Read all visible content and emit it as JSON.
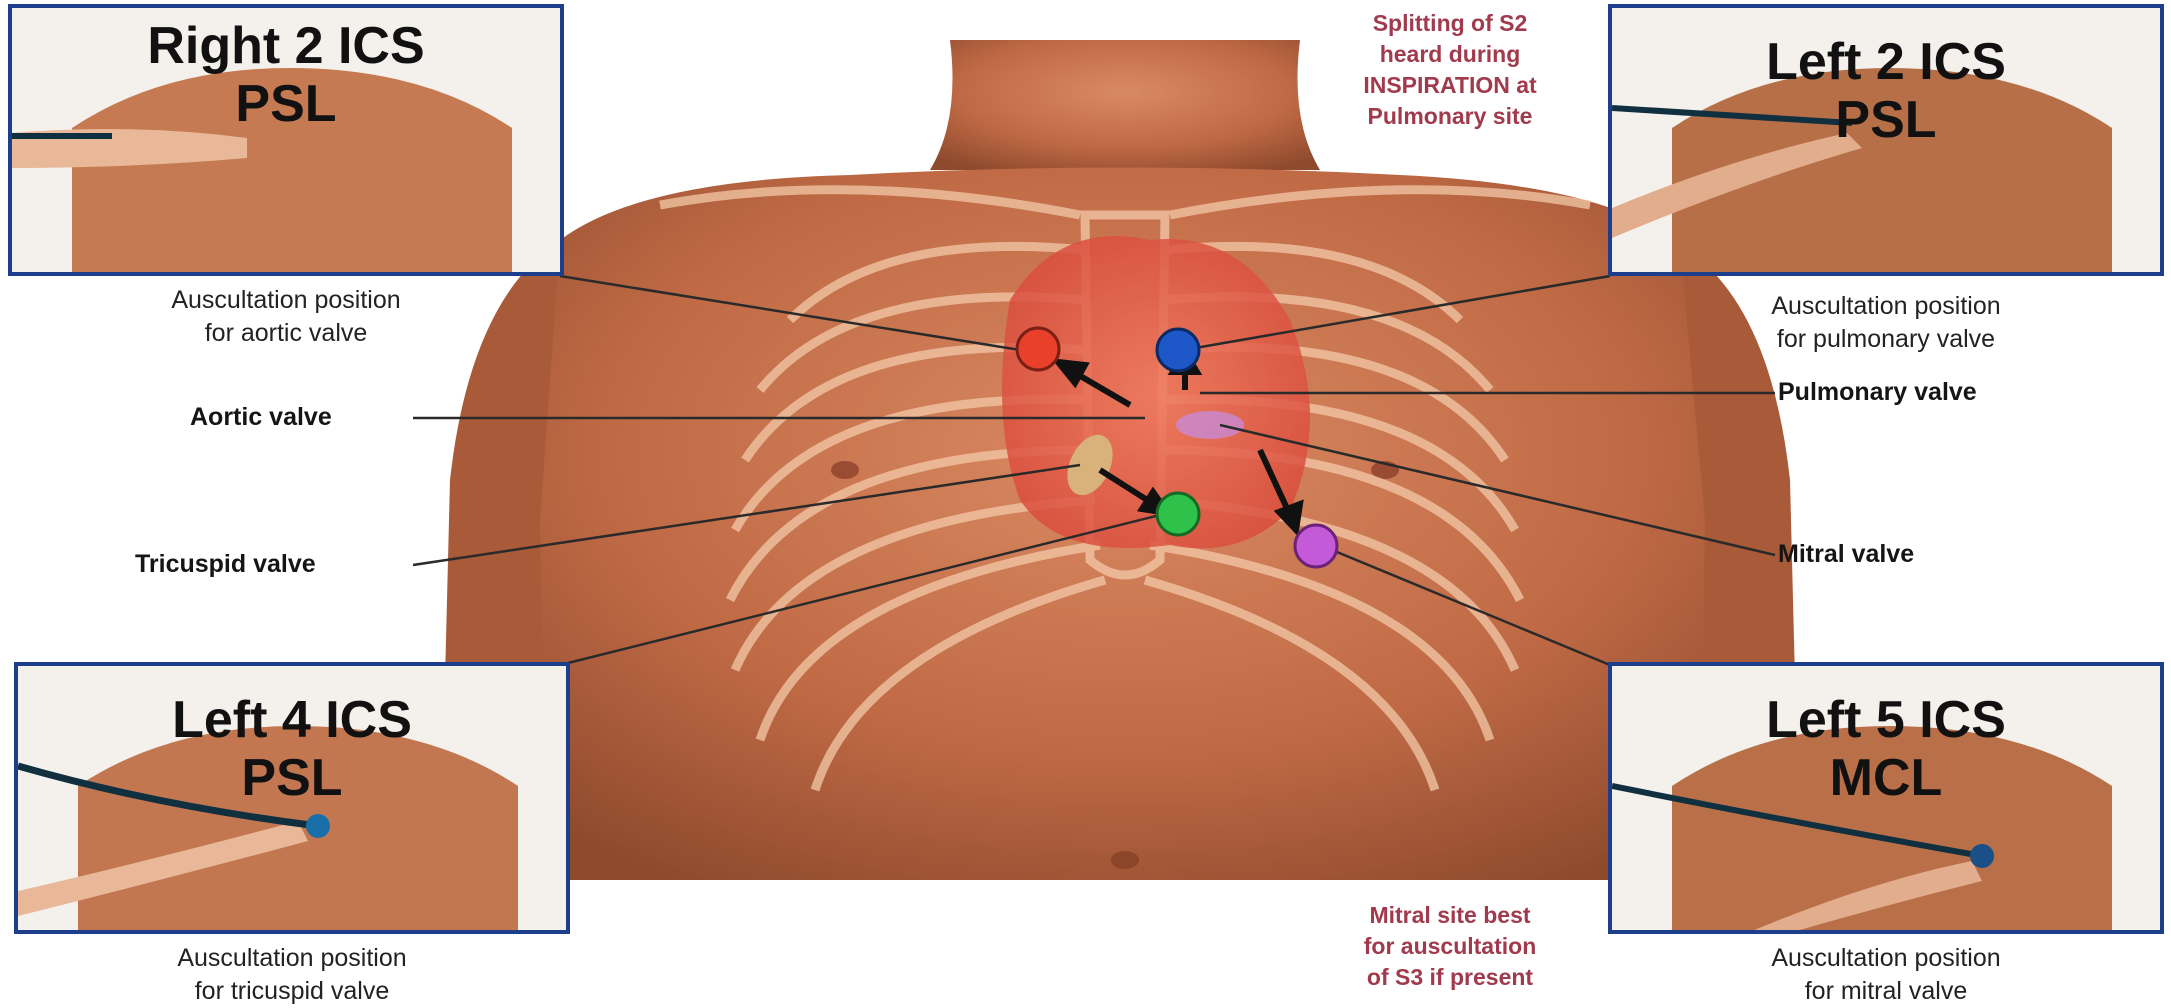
{
  "panels": {
    "aortic": {
      "title_line1": "Right 2 ICS",
      "title_line2": "PSL",
      "caption_line1": "Auscultation position",
      "caption_line2": "for aortic valve"
    },
    "pulmonary": {
      "title_line1": "Left 2 ICS",
      "title_line2": "PSL",
      "caption_line1": "Auscultation position",
      "caption_line2": "for pulmonary valve"
    },
    "tricuspid": {
      "title_line1": "Left 4 ICS",
      "title_line2": "PSL",
      "caption_line1": "Auscultation position",
      "caption_line2": "for tricuspid valve"
    },
    "mitral": {
      "title_line1": "Left 5 ICS",
      "title_line2": "MCL",
      "caption_line1": "Auscultation position",
      "caption_line2": "for mitral valve"
    }
  },
  "valves": {
    "aortic": "Aortic valve",
    "pulmonary": "Pulmonary valve",
    "tricuspid": "Tricuspid valve",
    "mitral": "Mitral valve"
  },
  "notes": {
    "top_line1": "Splitting of S2",
    "top_line2": "heard during",
    "top_line3": "INSPIRATION at",
    "top_line4": "Pulmonary site",
    "bottom_line1": "Mitral site best",
    "bottom_line2": "for auscultation",
    "bottom_line3": "of S3 if present"
  },
  "colors": {
    "panel_border": "#1d3e8a",
    "aortic_marker": "#e8402a",
    "pulmonary_marker": "#1d57c8",
    "tricuspid_marker": "#2fc24a",
    "mitral_marker": "#c45ad8",
    "note_text": "#a03a4c",
    "skin": "#c8764f"
  }
}
